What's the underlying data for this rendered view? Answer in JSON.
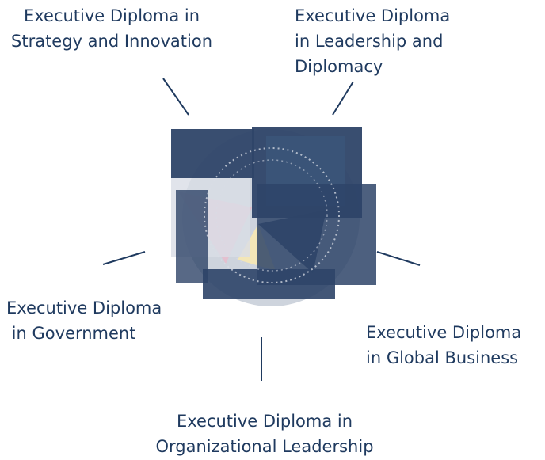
{
  "diagram": {
    "items": [
      {
        "id": "strategy",
        "lines": [
          "Executive Diploma in",
          "Strategy and Innovation"
        ]
      },
      {
        "id": "leadership",
        "lines": [
          "Executive Diploma",
          "in Leadership and",
          "Diplomacy"
        ]
      },
      {
        "id": "government",
        "lines": [
          "Executive Diploma",
          " in Government"
        ]
      },
      {
        "id": "global",
        "lines": [
          "Executive Diploma",
          "in Global Business"
        ]
      },
      {
        "id": "organizational",
        "lines": [
          "Executive Diploma in",
          "Organizational Leadership"
        ]
      }
    ]
  },
  "colors": {
    "text": "#1f3a5f",
    "connector": "#1f3a5f",
    "panel_dark": "#2e4468",
    "panel_mid": "#3b5579",
    "accent_yellow": "#f4e7b4",
    "accent_pink": "#e8bccd",
    "accent_light": "#d9dde6"
  }
}
